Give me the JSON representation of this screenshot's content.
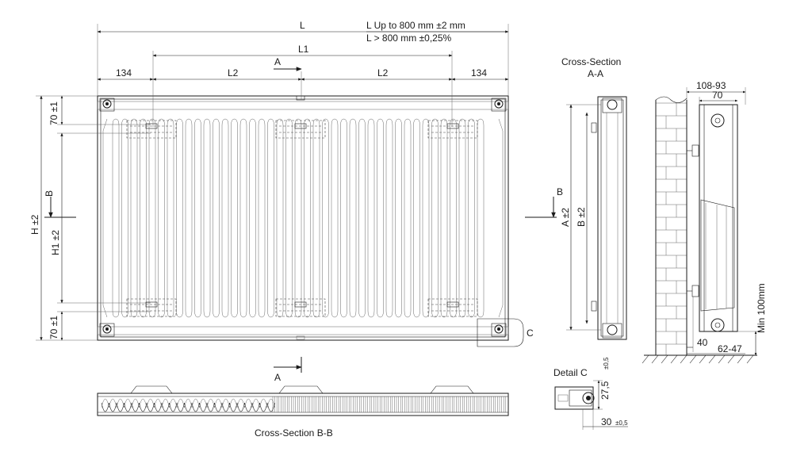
{
  "dimensions": {
    "total_length": "L",
    "tolerance_short": "L Up to 800 mm ±2 mm",
    "tolerance_long": "L > 800 mm ±0,25%",
    "center_span": "L1",
    "side_left": "134",
    "side_right": "134",
    "mid_left": "L2",
    "mid_right": "L2",
    "height": "H ±2",
    "bracket_height": "H1 ±2",
    "top_offset": "70 ±1",
    "bottom_offset": "70 ±1"
  },
  "section_markers": {
    "a_top": "A",
    "a_bottom": "A",
    "b_left": "B",
    "b_right": "B",
    "detail_c": "C"
  },
  "cross_section_aa": {
    "title_line1": "Cross-Section",
    "title_line2": "A-A",
    "dim_a": "A ±2",
    "dim_b": "B ±2"
  },
  "side_view": {
    "depth": "108-93",
    "body_depth": "70",
    "floor_gap": "Min 100mm",
    "wall_gap": "40",
    "bracket_depth": "62-47"
  },
  "detail_c": {
    "title": "Detail C",
    "dim_vertical": "27,5",
    "dim_vertical_tol": "±0,5",
    "dim_horizontal": "30",
    "dim_horizontal_tol": "±0,5"
  },
  "cross_section_bb": {
    "title": "Cross-Section B-B"
  }
}
